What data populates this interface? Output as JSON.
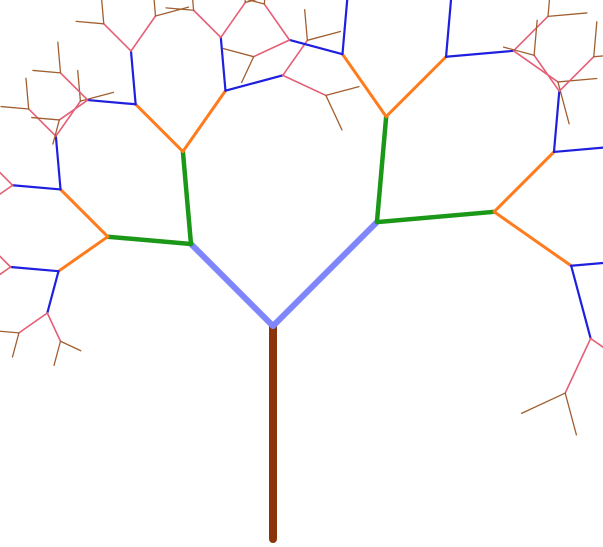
{
  "tree": {
    "recursion_depth": 7,
    "branch_angle_deg": 40,
    "left_length_ratio": 0.72,
    "right_length_ratio": 0.8,
    "level_colors": [
      "#8b3409",
      "#7f86fb",
      "#1c9819",
      "#ff7b1c",
      "#1f1fe0",
      "#e55e76",
      "#a15f31"
    ]
  }
}
